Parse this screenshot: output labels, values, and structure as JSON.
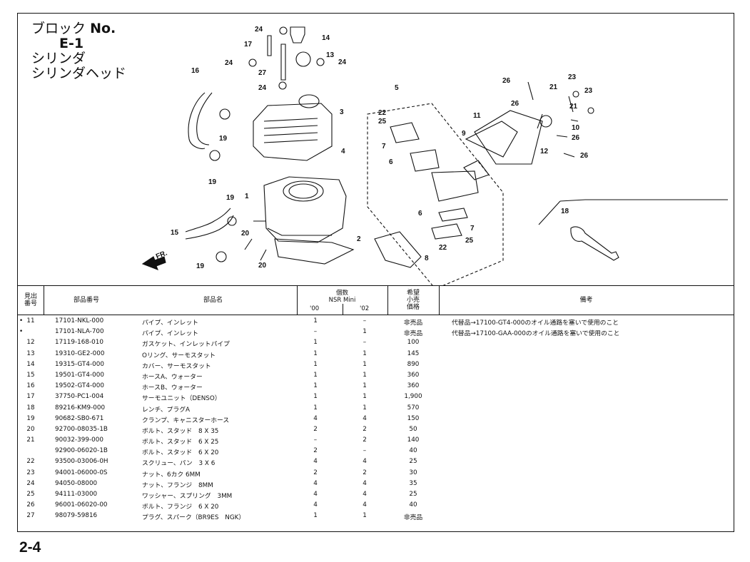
{
  "title": {
    "block_label": "ブロック",
    "block_no": "No.",
    "block_code": "E-1",
    "line2": "シリンダ",
    "line3": "シリンダヘッド"
  },
  "diagram": {
    "callouts": [
      "1",
      "2",
      "3",
      "4",
      "5",
      "6",
      "6",
      "7",
      "7",
      "8",
      "9",
      "10",
      "11",
      "12",
      "13",
      "14",
      "15",
      "16",
      "17",
      "18",
      "19",
      "19",
      "19",
      "19",
      "20",
      "20",
      "21",
      "21",
      "22",
      "22",
      "23",
      "23",
      "24",
      "24",
      "24",
      "24",
      "25",
      "25",
      "26",
      "26",
      "26",
      "26",
      "27"
    ],
    "arrow_label": "FR."
  },
  "table": {
    "headers": {
      "ref": "見出\n番号",
      "part_no": "部品番号",
      "part_name": "部品名",
      "qty_title": "個数",
      "qty_model": "NSR Mini",
      "qty_col1": "'00",
      "qty_col2": "'02",
      "price": "希望\n小売\n価格",
      "note": "備考"
    },
    "rows": [
      {
        "mark": "•",
        "ref": "11",
        "part": "17101-NKL-000",
        "name": "パイプ、インレット",
        "q1": "1",
        "q2": "–",
        "price": "非売品",
        "note": "代替品→17100-GT4-000のオイル通路を塞いで使用のこと"
      },
      {
        "mark": "•",
        "ref": "",
        "part": "17101-NLA-700",
        "name": "パイプ、インレット",
        "q1": "–",
        "q2": "1",
        "price": "非売品",
        "note": "代替品→17100-GAA-000のオイル通路を塞いで使用のこと"
      },
      {
        "mark": "",
        "ref": "12",
        "part": "17119-168-010",
        "name": "ガスケット、インレットパイプ",
        "q1": "1",
        "q2": "–",
        "price": "100",
        "note": ""
      },
      {
        "mark": "",
        "ref": "13",
        "part": "19310-GE2-000",
        "name": "Oリング、サーモスタット",
        "q1": "1",
        "q2": "1",
        "price": "145",
        "note": ""
      },
      {
        "mark": "",
        "ref": "14",
        "part": "19315-GT4-000",
        "name": "カバー、サーモスタット",
        "q1": "1",
        "q2": "1",
        "price": "890",
        "note": ""
      },
      {
        "mark": "",
        "ref": "15",
        "part": "19501-GT4-000",
        "name": "ホースA、ウォーター",
        "q1": "1",
        "q2": "1",
        "price": "360",
        "note": ""
      },
      {
        "mark": "",
        "ref": "16",
        "part": "19502-GT4-000",
        "name": "ホースB、ウォーター",
        "q1": "1",
        "q2": "1",
        "price": "360",
        "note": ""
      },
      {
        "mark": "",
        "ref": "17",
        "part": "37750-PC1-004",
        "name": "サーモユニット（DENSO）",
        "q1": "1",
        "q2": "1",
        "price": "1,900",
        "note": ""
      },
      {
        "mark": "",
        "ref": "18",
        "part": "89216-KM9-000",
        "name": "レンチ、プラグA",
        "q1": "1",
        "q2": "1",
        "price": "570",
        "note": ""
      },
      {
        "mark": "",
        "ref": "19",
        "part": "90682-SB0-671",
        "name": "クランプ、キャニスターホース",
        "q1": "4",
        "q2": "4",
        "price": "150",
        "note": ""
      },
      {
        "mark": "",
        "ref": "20",
        "part": "92700-08035-1B",
        "name": "ボルト、スタッド　8 X 35",
        "q1": "2",
        "q2": "2",
        "price": "50",
        "note": ""
      },
      {
        "mark": "",
        "ref": "21",
        "part": "90032-399-000",
        "name": "ボルト、スタッド　6 X 25",
        "q1": "–",
        "q2": "2",
        "price": "140",
        "note": ""
      },
      {
        "mark": "",
        "ref": "",
        "part": "92900-06020-1B",
        "name": "ボルト、スタッド　6 X 20",
        "q1": "2",
        "q2": "–",
        "price": "40",
        "note": ""
      },
      {
        "mark": "",
        "ref": "22",
        "part": "93500-03006-0H",
        "name": "スクリュー、パン　3 X 6",
        "q1": "4",
        "q2": "4",
        "price": "25",
        "note": ""
      },
      {
        "mark": "",
        "ref": "23",
        "part": "94001-06000-0S",
        "name": "ナット、6カク 6MM",
        "q1": "2",
        "q2": "2",
        "price": "30",
        "note": ""
      },
      {
        "mark": "",
        "ref": "24",
        "part": "94050-08000",
        "name": "ナット、フランジ　8MM",
        "q1": "4",
        "q2": "4",
        "price": "35",
        "note": ""
      },
      {
        "mark": "",
        "ref": "25",
        "part": "94111-03000",
        "name": "ワッシャー、スプリング　3MM",
        "q1": "4",
        "q2": "4",
        "price": "25",
        "note": ""
      },
      {
        "mark": "",
        "ref": "26",
        "part": "96001-06020-00",
        "name": "ボルト、フランジ　6 X 20",
        "q1": "4",
        "q2": "4",
        "price": "40",
        "note": ""
      },
      {
        "mark": "",
        "ref": "27",
        "part": "98079-59816",
        "name": "プラグ、スパーク（BR9ES　NGK）",
        "q1": "1",
        "q2": "1",
        "price": "非売品",
        "note": ""
      }
    ]
  },
  "page_number": "2-4"
}
